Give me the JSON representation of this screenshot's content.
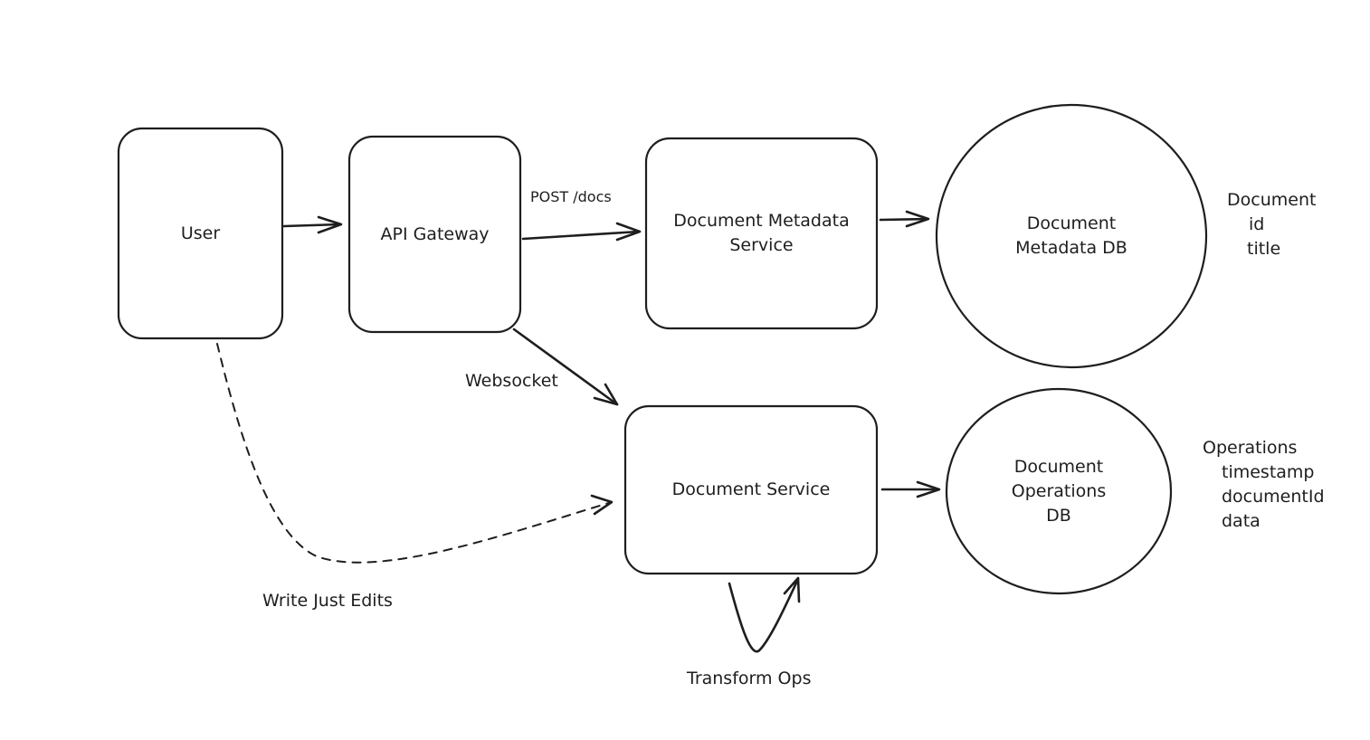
{
  "diagram": {
    "nodes": [
      {
        "id": "user",
        "label": "User",
        "shape": "rounded-rect"
      },
      {
        "id": "api-gateway",
        "label": "API Gateway",
        "shape": "rounded-rect"
      },
      {
        "id": "document-metadata-service",
        "label": "Document Metadata\nService",
        "shape": "rounded-rect"
      },
      {
        "id": "document-metadata-db",
        "label": "Document\nMetadata DB",
        "shape": "circle"
      },
      {
        "id": "document-service",
        "label": "Document Service",
        "shape": "rounded-rect"
      },
      {
        "id": "document-operations-db",
        "label": "Document\nOperations\nDB",
        "shape": "circle"
      }
    ],
    "edges": [
      {
        "from": "user",
        "to": "api-gateway",
        "label": "",
        "style": "solid"
      },
      {
        "from": "api-gateway",
        "to": "document-metadata-service",
        "label": "POST /docs",
        "style": "solid"
      },
      {
        "from": "document-metadata-service",
        "to": "document-metadata-db",
        "label": "",
        "style": "solid"
      },
      {
        "from": "api-gateway",
        "to": "document-service",
        "label": "Websocket",
        "style": "solid"
      },
      {
        "from": "user",
        "to": "document-service",
        "label": "Write Just Edits",
        "style": "dashed"
      },
      {
        "from": "document-service",
        "to": "document-operations-db",
        "label": "",
        "style": "solid"
      },
      {
        "from": "document-service",
        "to": "document-service",
        "label": "Transform Ops",
        "style": "solid"
      }
    ],
    "notes": {
      "metadata_schema": {
        "title": "Document",
        "fields": [
          "id",
          "title"
        ]
      },
      "operations_schema": {
        "title": "Operations",
        "fields": [
          "timestamp",
          "documentId",
          "data"
        ]
      }
    }
  }
}
